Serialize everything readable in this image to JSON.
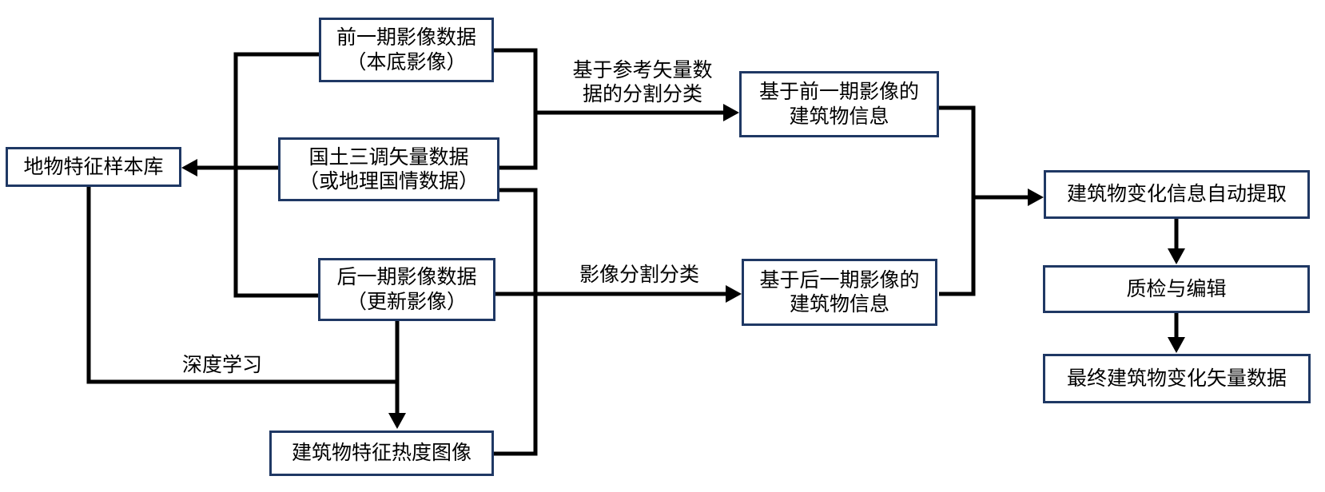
{
  "diagram": {
    "colors": {
      "box_border": "#1f3864",
      "box_fill": "#ffffff",
      "line": "#000000",
      "text": "#000000",
      "background": "#ffffff"
    },
    "nodes": [
      {
        "id": "prev-image",
        "lines": [
          "前一期影像数据",
          "（本底影像）"
        ]
      },
      {
        "id": "sample-lib",
        "lines": [
          "地物特征样本库"
        ]
      },
      {
        "id": "land-survey",
        "lines": [
          "国土三调矢量数据",
          "（或地理国情数据）"
        ]
      },
      {
        "id": "next-image",
        "lines": [
          "后一期影像数据",
          "（更新影像）"
        ]
      },
      {
        "id": "heatmap",
        "lines": [
          "建筑物特征热度图像"
        ]
      },
      {
        "id": "prev-building",
        "lines": [
          "基于前一期影像的",
          "建筑物信息"
        ]
      },
      {
        "id": "next-building",
        "lines": [
          "基于后一期影像的",
          "建筑物信息"
        ]
      },
      {
        "id": "extract",
        "lines": [
          "建筑物变化信息自动提取"
        ]
      },
      {
        "id": "qc",
        "lines": [
          "质检与编辑"
        ]
      },
      {
        "id": "final",
        "lines": [
          "最终建筑物变化矢量数据"
        ]
      }
    ],
    "edge_labels": [
      {
        "id": "seg-ref",
        "lines": [
          "基于参考矢量数",
          "据的分割分类"
        ]
      },
      {
        "id": "seg-img",
        "lines": [
          "影像分割分类"
        ]
      },
      {
        "id": "deep",
        "lines": [
          "深度学习"
        ]
      }
    ]
  }
}
